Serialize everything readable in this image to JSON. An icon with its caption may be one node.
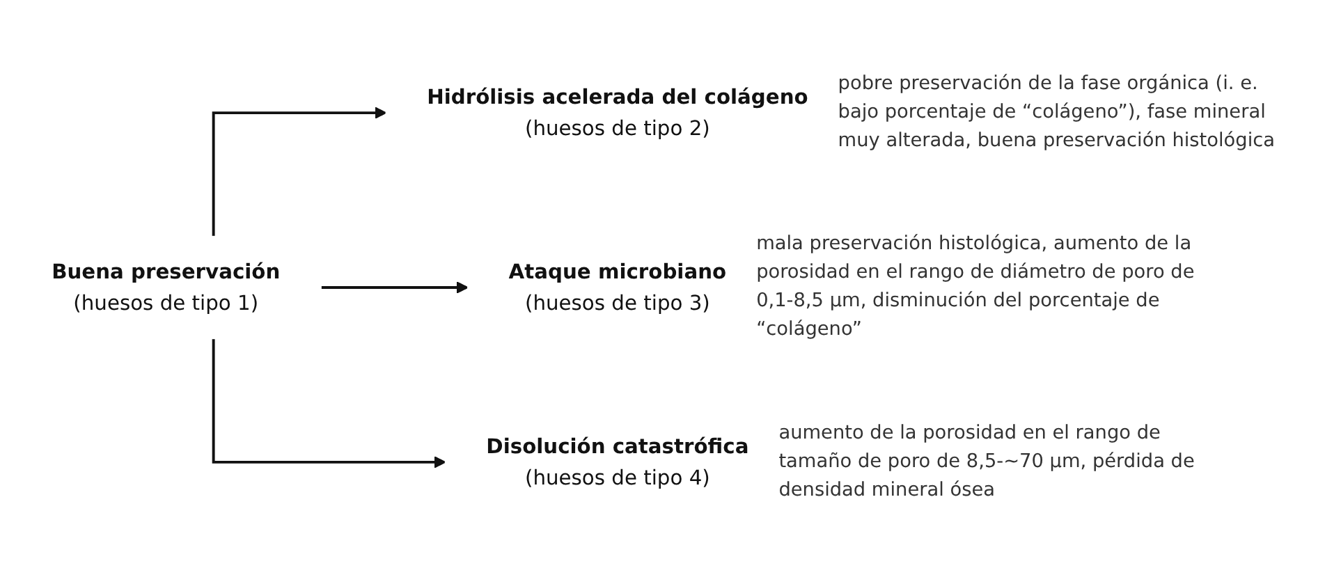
{
  "diagram": {
    "nodes": [
      {
        "text": [
          "Buena preservación",
          "(huesos de tipo 1)"
        ]
      },
      {
        "text": [
          "Hidrólisis acelerada del colágeno",
          "(huesos de tipo 2)"
        ],
        "beside": [
          "pobre preservación de la fase orgánica (i. e. bajo porcentaje de “colágeno”), fase mineral muy alterada, buena preservación histológica"
        ]
      },
      {
        "text": [
          "Ataque microbiano",
          "(huesos de tipo 3)"
        ],
        "beside": [
          "mala preservación histológica, aumento de la porosidad en el rango de diámetro de poro de 0,1-8,5 µm, disminución del porcentaje de “colágeno”"
        ]
      },
      {
        "text": [
          "Disolución catastrófica",
          "(huesos de tipo 4)"
        ],
        "beside": [
          "aumento de la porosidad en el rango de tamaño de poro de 8,5-~70 µm, pérdida de densidad mineral ósea"
        ]
      }
    ],
    "edges": [
      {
        "from": 0,
        "to": 1,
        "arrow": "to"
      },
      {
        "from": 0,
        "to": 2,
        "arrow": "to"
      },
      {
        "from": 0,
        "to": 3,
        "arrow": "to"
      }
    ]
  }
}
